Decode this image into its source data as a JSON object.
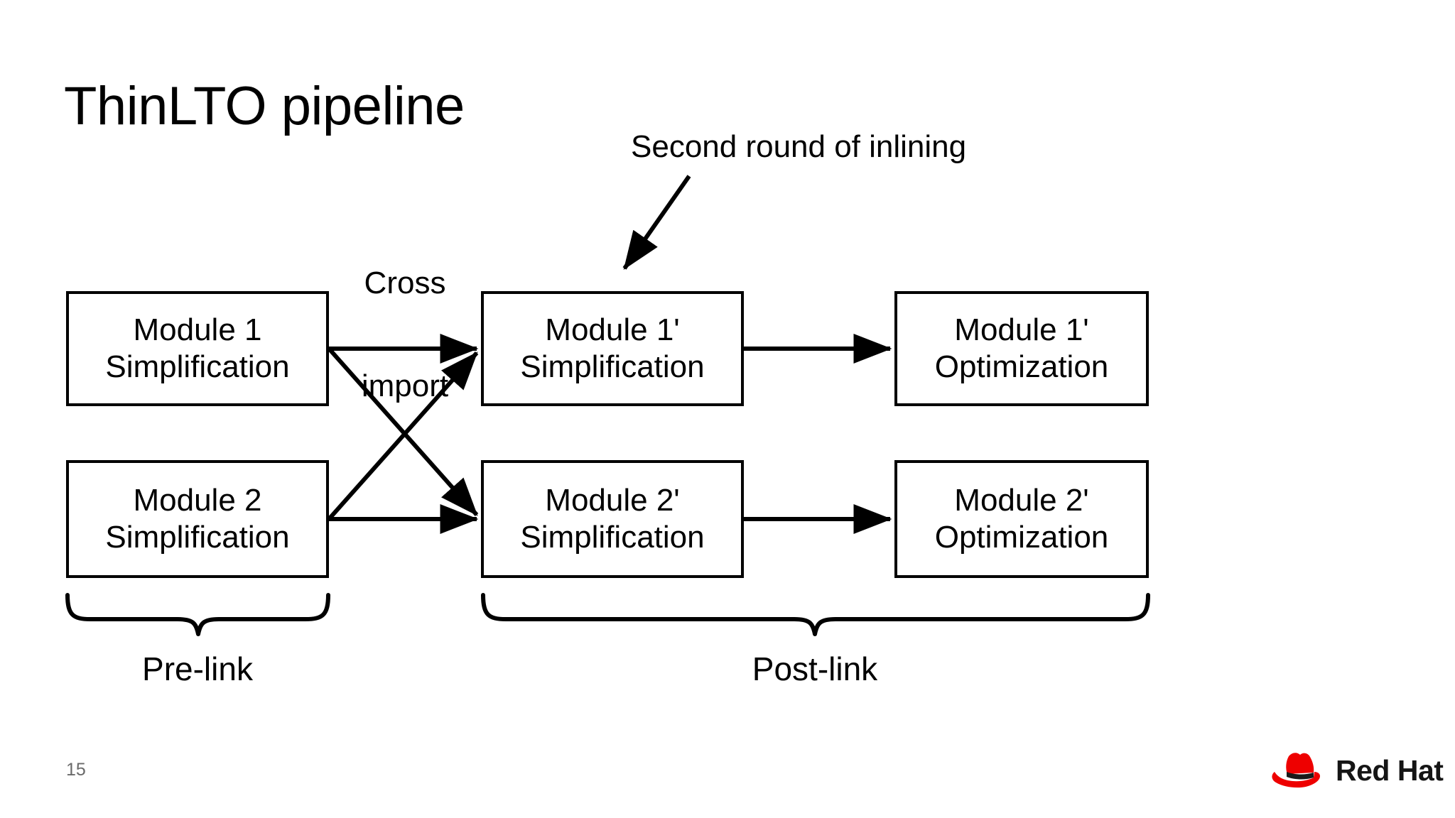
{
  "slide": {
    "title": "ThinLTO pipeline",
    "page_number": "15",
    "background_color": "#ffffff",
    "text_color": "#000000"
  },
  "annotations": {
    "second_round": "Second round of inlining",
    "cross_import_line1": "Cross",
    "cross_import_line2": "import"
  },
  "diagram": {
    "nodes": [
      {
        "id": "m1-simp",
        "line1": "Module 1",
        "line2": "Simplification",
        "column": "pre-link",
        "row": 1
      },
      {
        "id": "m1p-simp",
        "line1": "Module 1'",
        "line2": "Simplification",
        "column": "post-link",
        "row": 1
      },
      {
        "id": "m1p-opt",
        "line1": "Module 1'",
        "line2": "Optimization",
        "column": "post-link",
        "row": 1
      },
      {
        "id": "m2-simp",
        "line1": "Module 2",
        "line2": "Simplification",
        "column": "pre-link",
        "row": 2
      },
      {
        "id": "m2p-simp",
        "line1": "Module 2'",
        "line2": "Simplification",
        "column": "post-link",
        "row": 2
      },
      {
        "id": "m2p-opt",
        "line1": "Module 2'",
        "line2": "Optimization",
        "column": "post-link",
        "row": 2
      }
    ],
    "edges": [
      {
        "from": "m1-simp",
        "to": "m1p-simp",
        "kind": "straight"
      },
      {
        "from": "m2-simp",
        "to": "m2p-simp",
        "kind": "straight"
      },
      {
        "from": "m1-simp",
        "to": "m2p-simp",
        "kind": "cross"
      },
      {
        "from": "m2-simp",
        "to": "m1p-simp",
        "kind": "cross"
      },
      {
        "from": "m1p-simp",
        "to": "m1p-opt",
        "kind": "straight"
      },
      {
        "from": "m2p-simp",
        "to": "m2p-opt",
        "kind": "straight"
      }
    ],
    "groups": [
      {
        "id": "pre-link",
        "label": "Pre-link"
      },
      {
        "id": "post-link",
        "label": "Post-link"
      }
    ]
  },
  "branding": {
    "logo_name": "Red Hat",
    "wordmark": "Red Hat",
    "hat_color": "#ee0000",
    "band_color": "#1a1a1a",
    "wordmark_color": "#151515"
  }
}
